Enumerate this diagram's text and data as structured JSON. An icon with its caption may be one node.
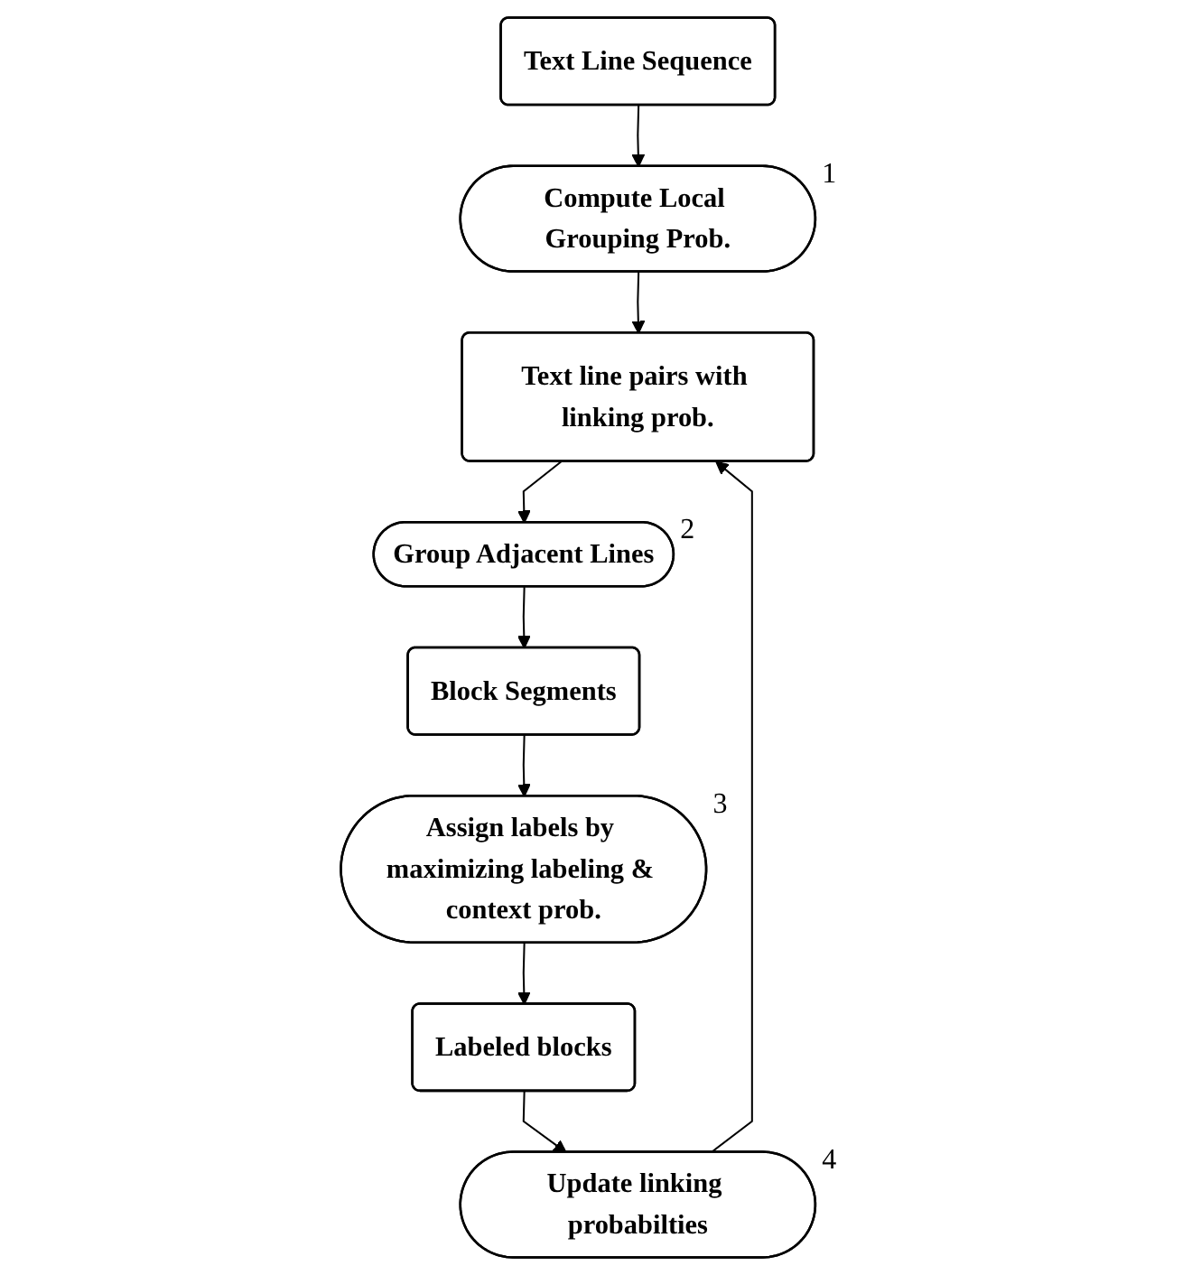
{
  "diagram": {
    "nodes": [
      {
        "text": [
          "Text Line Sequence"
        ]
      },
      {
        "text": [
          "Compute Local Grouping Prob."
        ],
        "beside": [
          "1"
        ]
      },
      {
        "text": [
          "Text line pairs with linking prob."
        ]
      },
      {
        "text": [
          "Group Adjacent Lines"
        ],
        "beside": [
          "2"
        ]
      },
      {
        "text": [
          "Block Segments"
        ]
      },
      {
        "text": [
          "Assign labels by maximizing labeling & context prob."
        ],
        "beside": [
          "3"
        ]
      },
      {
        "text": [
          "Labeled blocks"
        ]
      },
      {
        "text": [
          "Update linking probabilties"
        ],
        "beside": [
          "4"
        ]
      }
    ],
    "edges": [
      {
        "from": 0,
        "to": 1,
        "arrow": "to"
      },
      {
        "from": 1,
        "to": 2,
        "arrow": "to"
      },
      {
        "from": 7,
        "to": 2,
        "arrow": "to"
      },
      {
        "from": 2,
        "to": 3,
        "arrow": "to"
      },
      {
        "from": 3,
        "to": 4,
        "arrow": "to"
      },
      {
        "from": 4,
        "to": 5,
        "arrow": "to"
      },
      {
        "from": 5,
        "to": 6,
        "arrow": "to"
      },
      {
        "from": 6,
        "to": 7,
        "arrow": "to"
      }
    ]
  }
}
